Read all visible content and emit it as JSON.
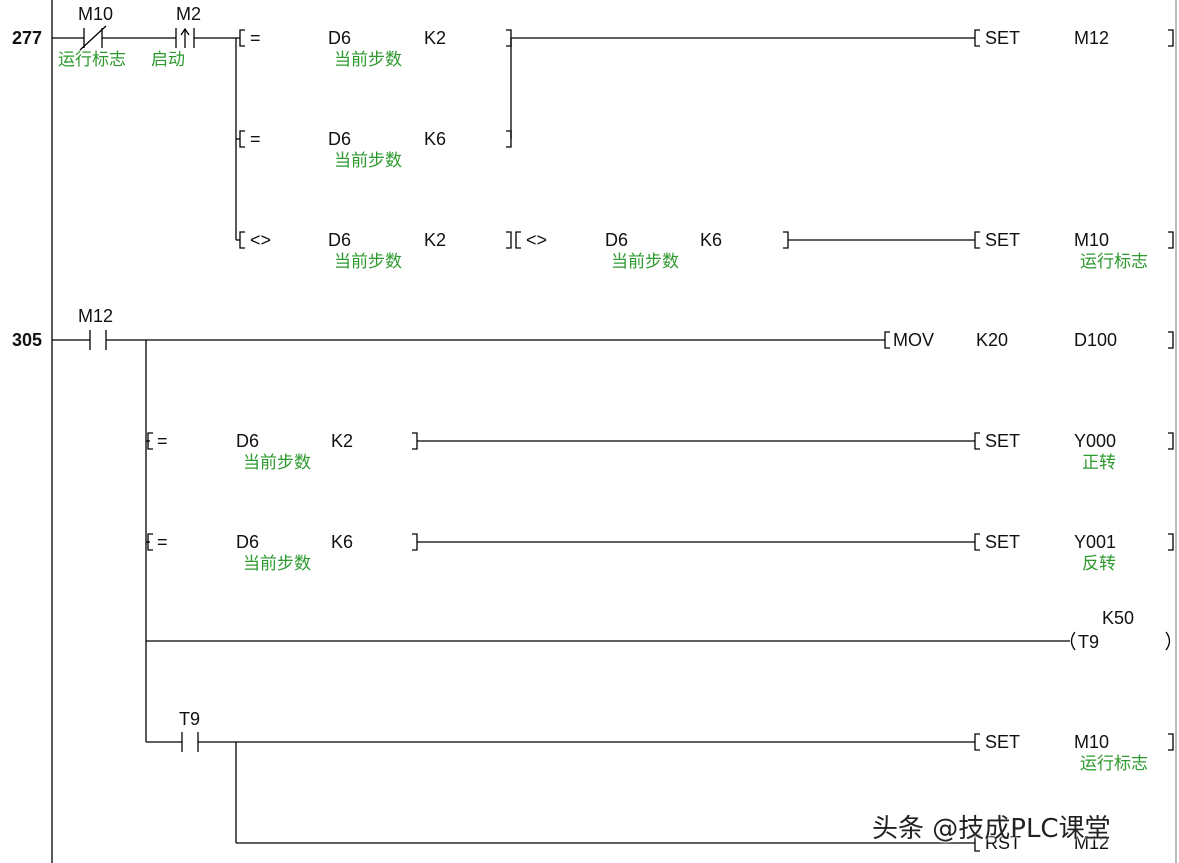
{
  "rungs": [
    {
      "step": "277",
      "contacts": [
        {
          "type": "nc",
          "device": "M10",
          "comment": "运行标志"
        },
        {
          "type": "rising-edge",
          "device": "M2",
          "comment": "启动"
        }
      ],
      "compares": [
        {
          "op": "=",
          "s1": "D6",
          "s1_comment": "当前步数",
          "s2": "K2"
        },
        {
          "op": "=",
          "s1": "D6",
          "s1_comment": "当前步数",
          "s2": "K6"
        },
        {
          "op": "<>",
          "s1": "D6",
          "s1_comment": "当前步数",
          "s2": "K2"
        },
        {
          "op": "<>",
          "s1": "D6",
          "s1_comment": "当前步数",
          "s2": "K6"
        }
      ],
      "outputs": [
        {
          "instr": "SET",
          "operand": "M12",
          "comment": ""
        },
        {
          "instr": "SET",
          "operand": "M10",
          "comment": "运行标志"
        }
      ]
    },
    {
      "step": "305",
      "contacts": [
        {
          "type": "no",
          "device": "M12",
          "comment": ""
        },
        {
          "type": "no",
          "device": "T9",
          "comment": ""
        }
      ],
      "compares": [
        {
          "op": "=",
          "s1": "D6",
          "s1_comment": "当前步数",
          "s2": "K2"
        },
        {
          "op": "=",
          "s1": "D6",
          "s1_comment": "当前步数",
          "s2": "K6"
        }
      ],
      "outputs": [
        {
          "instr": "MOV",
          "operand": "K20",
          "operand2": "D100",
          "comment": ""
        },
        {
          "instr": "SET",
          "operand": "Y000",
          "comment": "正转"
        },
        {
          "instr": "SET",
          "operand": "Y001",
          "comment": "反转"
        },
        {
          "instr": "OUT",
          "operand": "T9",
          "setting": "K50",
          "comment": ""
        },
        {
          "instr": "SET",
          "operand": "M10",
          "comment": "运行标志"
        },
        {
          "instr": "RST",
          "operand": "M12",
          "comment": ""
        }
      ]
    }
  ],
  "watermark": "头条 @技成PLC课堂",
  "colors": {
    "comment": "#2e9a2e",
    "line": "#000000"
  }
}
